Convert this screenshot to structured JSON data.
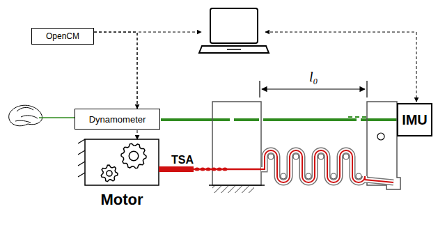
{
  "diagram": {
    "nodes": [
      {
        "text": [
          "OpenCM"
        ]
      },
      {
        "text": [
          "Dynamometer"
        ]
      },
      {
        "text": [
          "Motor"
        ]
      },
      {
        "text": [
          "IMU"
        ]
      }
    ],
    "edges": [
      {
        "from": 0,
        "to": 2,
        "arrow": "to"
      },
      {
        "from": 0,
        "to": 1,
        "arrow": "to"
      }
    ],
    "labels": [
      "TSA",
      "l₀"
    ]
  }
}
